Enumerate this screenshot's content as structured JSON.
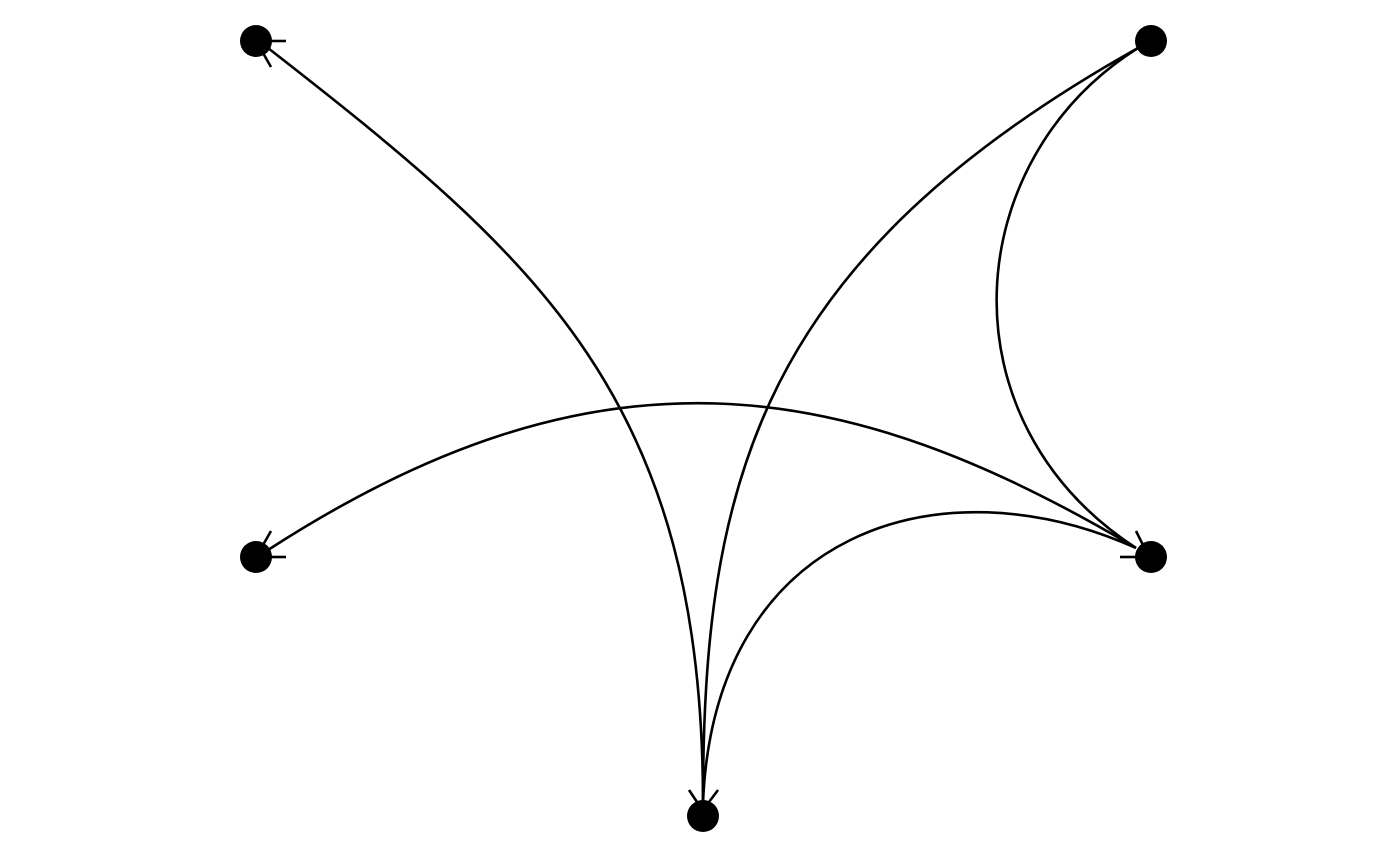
{
  "diagram": {
    "type": "directed-graph",
    "colors": {
      "edge": "#000000",
      "node": "#000000",
      "background": "#ffffff"
    },
    "nodes": [
      {
        "id": "n-top-left"
      },
      {
        "id": "n-top-right"
      },
      {
        "id": "n-mid-left"
      },
      {
        "id": "n-mid-right"
      },
      {
        "id": "n-bottom"
      }
    ],
    "edges": [
      {
        "from": "n-top-right",
        "to": "n-bottom"
      },
      {
        "from": "n-mid-right",
        "to": "n-bottom"
      },
      {
        "from": "n-bottom",
        "to": "n-top-left"
      },
      {
        "from": "n-top-right",
        "to": "n-mid-right"
      },
      {
        "from": "n-mid-right",
        "to": "n-mid-left"
      }
    ]
  }
}
